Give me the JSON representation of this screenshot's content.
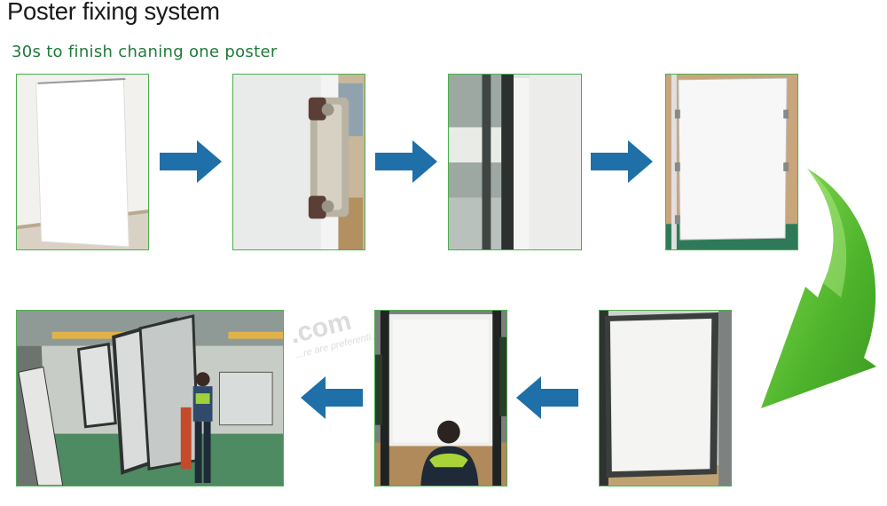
{
  "header": {
    "title": "Poster fixing system",
    "subtitle": "30s to finish chaning one poster"
  },
  "colors": {
    "title": "#1a1a1a",
    "subtitle": "#1f7a3a",
    "photo_border": "#4caf50",
    "step_arrow": "#1f6fa8",
    "curved_arrow": "#5cc13a"
  },
  "watermark": {
    "line1": ".com",
    "line2": "...re are preferenti..."
  },
  "icons": {
    "step_arrow": "right-arrow-icon",
    "back_arrow": "left-arrow-icon",
    "turn_arrow": "curved-down-arrow-icon"
  }
}
